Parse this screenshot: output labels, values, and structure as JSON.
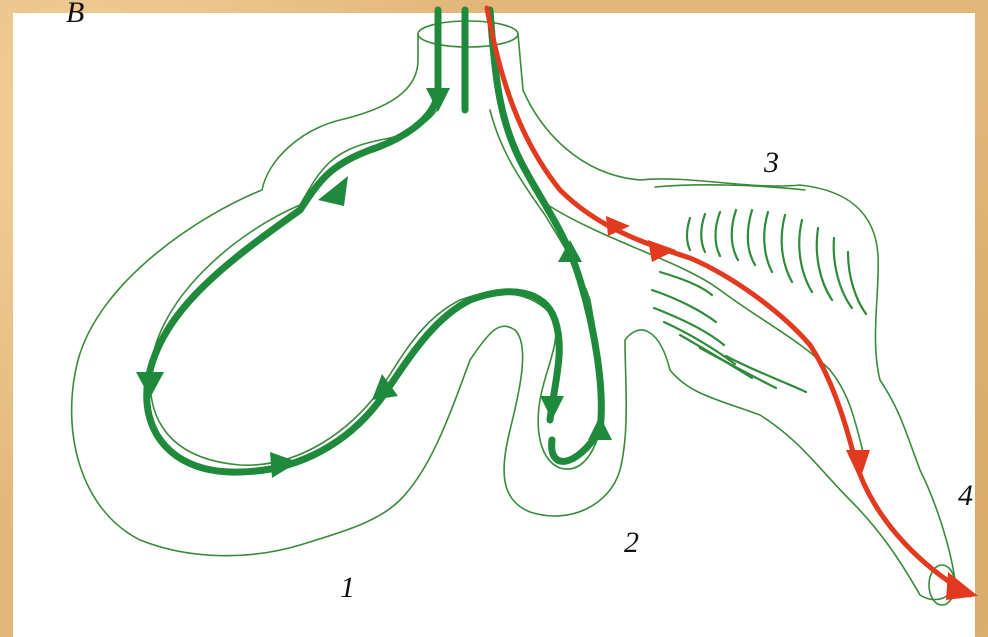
{
  "labels": {
    "panel_letter": "В",
    "region_1": "1",
    "region_2": "2",
    "region_3": "3",
    "region_4": "4"
  },
  "colors": {
    "background_border": "#e3b67a",
    "outline": "#3a8a3a",
    "flow_green": "#1f8a3c",
    "flow_red": "#e23a1e"
  }
}
